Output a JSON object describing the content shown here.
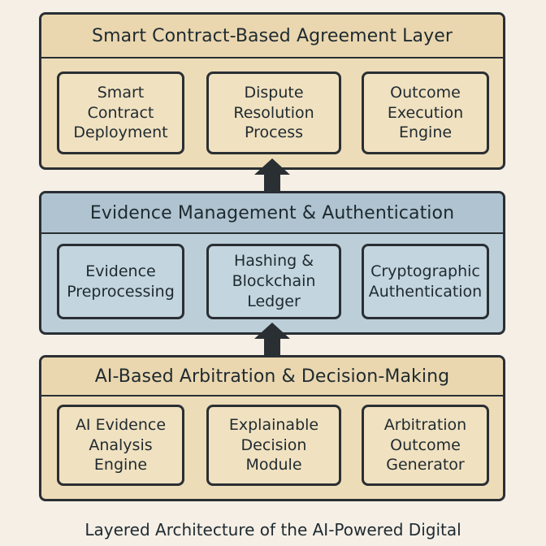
{
  "layers": {
    "top": {
      "title": "Smart Contract-Based Agreement Layer",
      "boxes": [
        "Smart\nContract\nDeployment",
        "Dispute\nResolution\nProcess",
        "Outcome\nExecution\nEngine"
      ]
    },
    "middle": {
      "title": "Evidence Management & Authentication",
      "boxes": [
        "Evidence\nPreprocessing",
        "Hashing &\nBlockchain\nLedger",
        "Cryptographic\nAuthentication"
      ]
    },
    "bottom": {
      "title": "AI-Based Arbitration & Decision-Making",
      "boxes": [
        "AI Evidence\nAnalysis\nEngine",
        "Explainable\nDecision\nModule",
        "Arbitration\nOutcome\nGenerator"
      ]
    }
  },
  "caption": "Layered Architecture of the AI-Powered Digital",
  "colors": {
    "tan": "#eddcb8",
    "blue": "#bccfd9",
    "stroke": "#2a2f33",
    "background": "#f5efe6"
  },
  "icons": [
    "arrow-up-icon",
    "arrow-up-icon"
  ]
}
